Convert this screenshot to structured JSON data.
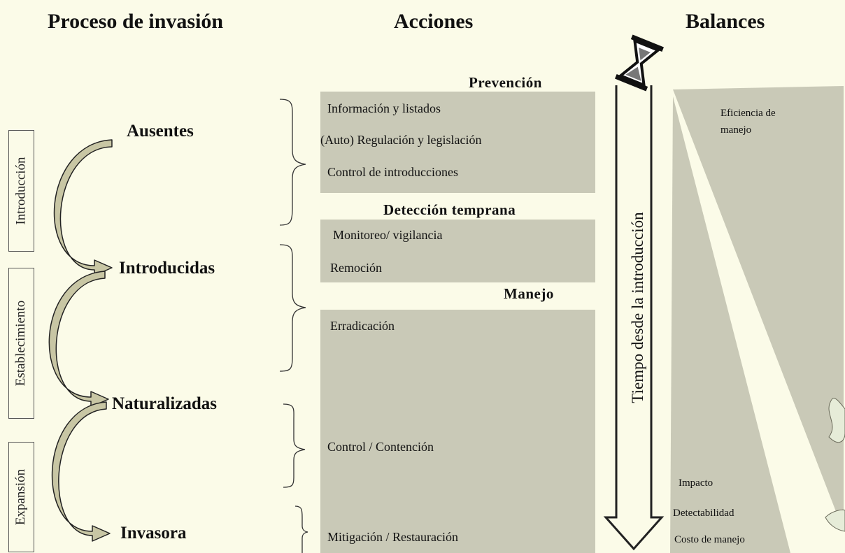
{
  "headers": {
    "process": "Proceso de invasión",
    "actions": "Acciones",
    "balances": "Balances"
  },
  "stages": [
    "Ausentes",
    "Introducidas",
    "Naturalizadas",
    "Invasora"
  ],
  "phases": [
    "Introducción",
    "Establecimiento",
    "Expansión"
  ],
  "actions": {
    "prevention": {
      "title": "Prevención",
      "items": [
        "Información y listados",
        "(Auto) Regulación y legislación",
        "Control de introducciones"
      ]
    },
    "early_detection": {
      "title": "Detección temprana",
      "items": [
        "Monitoreo/ vigilancia",
        "Remoción"
      ]
    },
    "management": {
      "title": "Manejo",
      "items": [
        "Erradicación",
        "Control / Contención",
        "Mitigación / Restauración"
      ]
    }
  },
  "time_axis": "Tiempo desde la introducción",
  "balances": {
    "efficiency_line1": "Eficiencia de",
    "efficiency_line2": "manejo",
    "impact": "Impacto",
    "detectability": "Detectabilidad",
    "cost": "Costo de manejo"
  },
  "colors": {
    "background": "#fbfbe8",
    "panel": "#c9c9b7",
    "arrow_fill": "#c8c6a4"
  }
}
